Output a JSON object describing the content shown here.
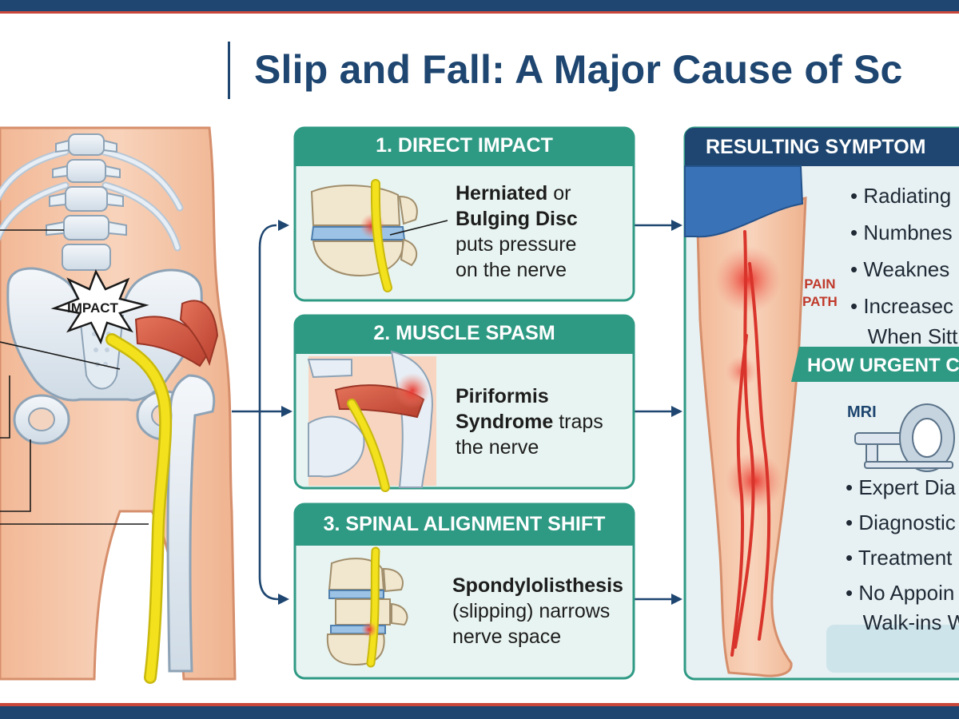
{
  "title": "Slip and Fall: A Major Cause of Sc",
  "impact_label": "IMPACT",
  "cards": [
    {
      "heading": "1. DIRECT IMPACT",
      "bold_1": "Herniated",
      "text_1": " or",
      "bold_2": "Bulging Disc",
      "text_2": "puts pressure",
      "text_3": "on the nerve"
    },
    {
      "heading": "2. MUSCLE SPASM",
      "bold_1": "Piriformis",
      "bold_2": "Syndrome",
      "text_1": " traps",
      "text_2": "the nerve"
    },
    {
      "heading": "3. SPINAL ALIGNMENT SHIFT",
      "bold_1": "Spondylolisthesis",
      "text_1": "(slipping) narrows",
      "text_2": "nerve space"
    }
  ],
  "symptoms": {
    "heading": "RESULTING SYMPTOM",
    "pain_path_line1": "PAIN",
    "pain_path_line2": "PATH",
    "items": [
      "Radiating",
      "Numbnes",
      "Weaknes",
      "Increasec"
    ],
    "item_4_cont": "When Sitt"
  },
  "urgent": {
    "heading": "HOW URGENT C",
    "mri_label": "MRI",
    "items": [
      "Expert Dia",
      "Diagnostic",
      "Treatment",
      "No Appoin"
    ],
    "item_4_cont": "Walk-ins W"
  },
  "colors": {
    "navy": "#1e4670",
    "teal": "#2f9a84",
    "teal_light": "#e8f4f1",
    "nerve_yellow": "#f2e11c",
    "pain_red": "#d9342b",
    "skin": "#f5c8ac"
  }
}
